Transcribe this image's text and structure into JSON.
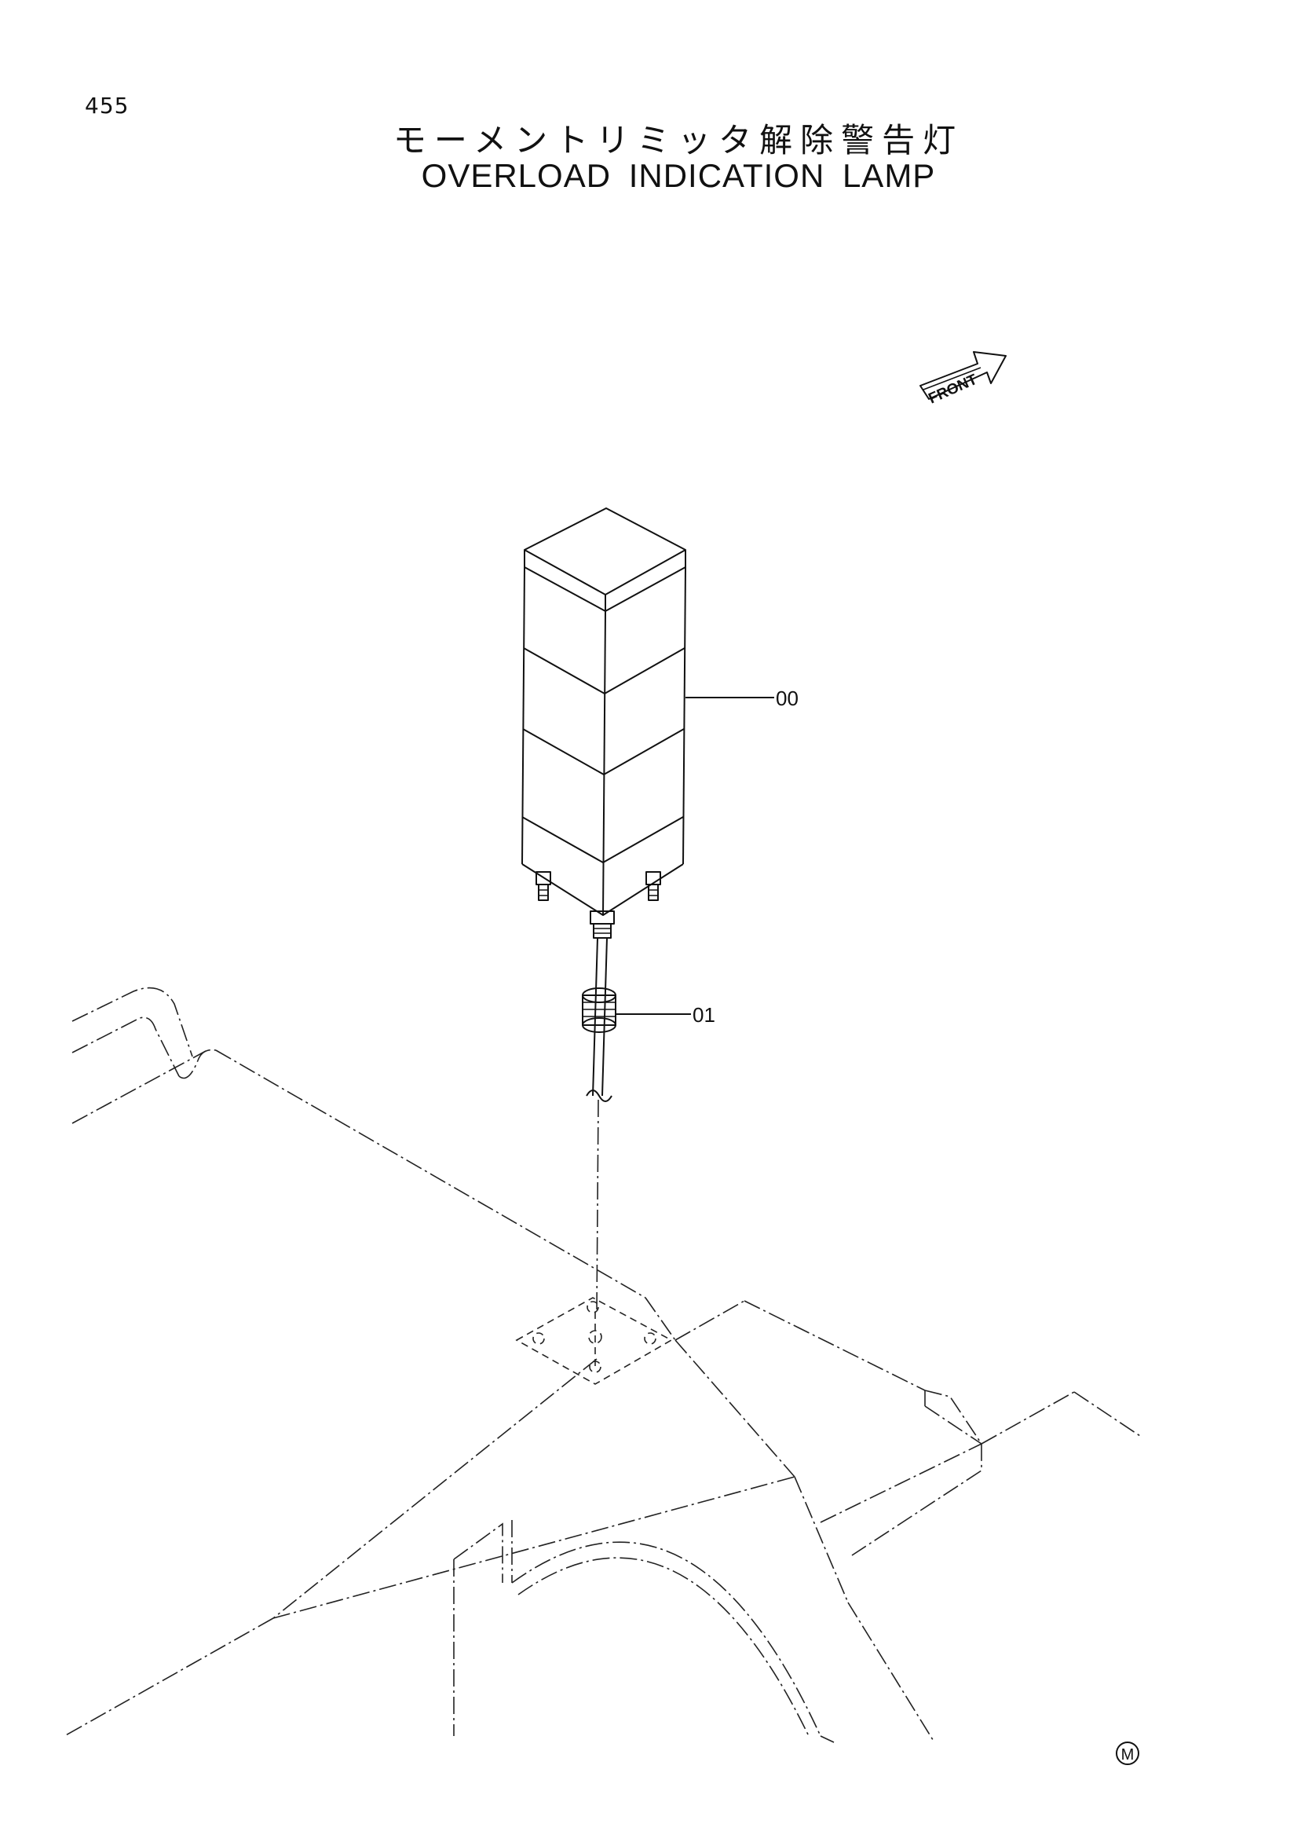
{
  "page": {
    "number": "455"
  },
  "title": {
    "japanese": "モーメントリミッタ解除警告灯",
    "english": "OVERLOAD INDICATION LAMP"
  },
  "direction_marker": {
    "label": "FRONT",
    "icon": "front-arrow-icon"
  },
  "callouts": [
    {
      "id": "lamp",
      "label": "00"
    },
    {
      "id": "grommet",
      "label": "01"
    }
  ],
  "corner_mark": {
    "symbol": "M"
  }
}
